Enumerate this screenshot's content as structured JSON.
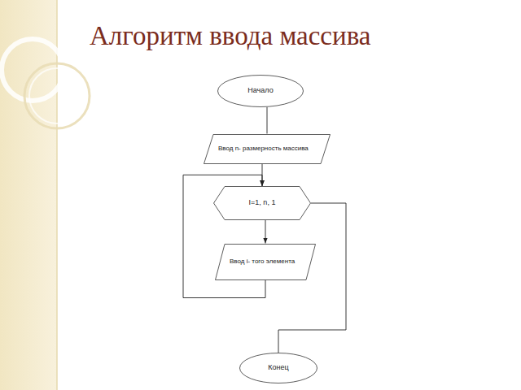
{
  "diagram": {
    "title": "Алгоритм ввода массива",
    "nodes": [
      {
        "text": [
          "Начало"
        ]
      },
      {
        "text": [
          "Ввод n- размерность массива"
        ]
      },
      {
        "text": [
          "I=1, n, 1"
        ]
      },
      {
        "text": [
          "Ввод i- того элемента"
        ]
      },
      {
        "text": [
          "Конец"
        ]
      }
    ],
    "edges": [
      {
        "from": 0,
        "to": 1,
        "arrow": "none"
      },
      {
        "from": 1,
        "to": 2,
        "arrow": "to"
      },
      {
        "from": 2,
        "to": 3,
        "arrow": "to"
      },
      {
        "from": 3,
        "to": 2,
        "arrow": "to"
      },
      {
        "from": 2,
        "to": 4,
        "arrow": "none"
      }
    ]
  }
}
